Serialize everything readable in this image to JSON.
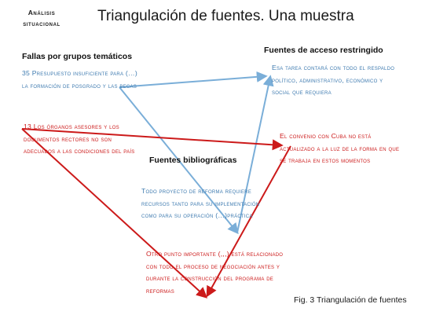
{
  "header": {
    "corner_label_line1": "Análisis",
    "corner_label_line2": "situacional",
    "title": "Triangulación de fuentes. Una muestra"
  },
  "nodes": {
    "left": {
      "heading": "Fallas por grupos temáticos",
      "text_blue": "35 Presupuesto insuficiente para (…) la formación de posgrado y las becas",
      "text_red": "13 Los órganos asesores y los documentos rectores no son adecuados a las condiciones del país"
    },
    "right": {
      "heading": "Fuentes de acceso restringido",
      "text_blue": "Esa tarea contará con todo el respaldo político, administrativo, económico y social que requiera",
      "text_red": "El convenio con Cuba no está actualizado a la luz de la forma en que se trabaja en estos momentos"
    },
    "center": {
      "heading": "Fuentes bibliográficas",
      "text_blue": "Todo proyecto de reforma requiere recursos tanto para su implementación como para su operación (…)práctica",
      "text_red": "Otro punto importante (,,,) está relacionado con todo el proceso de negociación antes y durante la construcción del programa de reformas"
    }
  },
  "caption": "Fig. 3 Triangulación de fuentes",
  "colors": {
    "blue_triangle": "#7aaed8",
    "red_triangle": "#cc1a1a",
    "blue_text": "#3f7bb0",
    "red_text": "#cc1a1a"
  }
}
